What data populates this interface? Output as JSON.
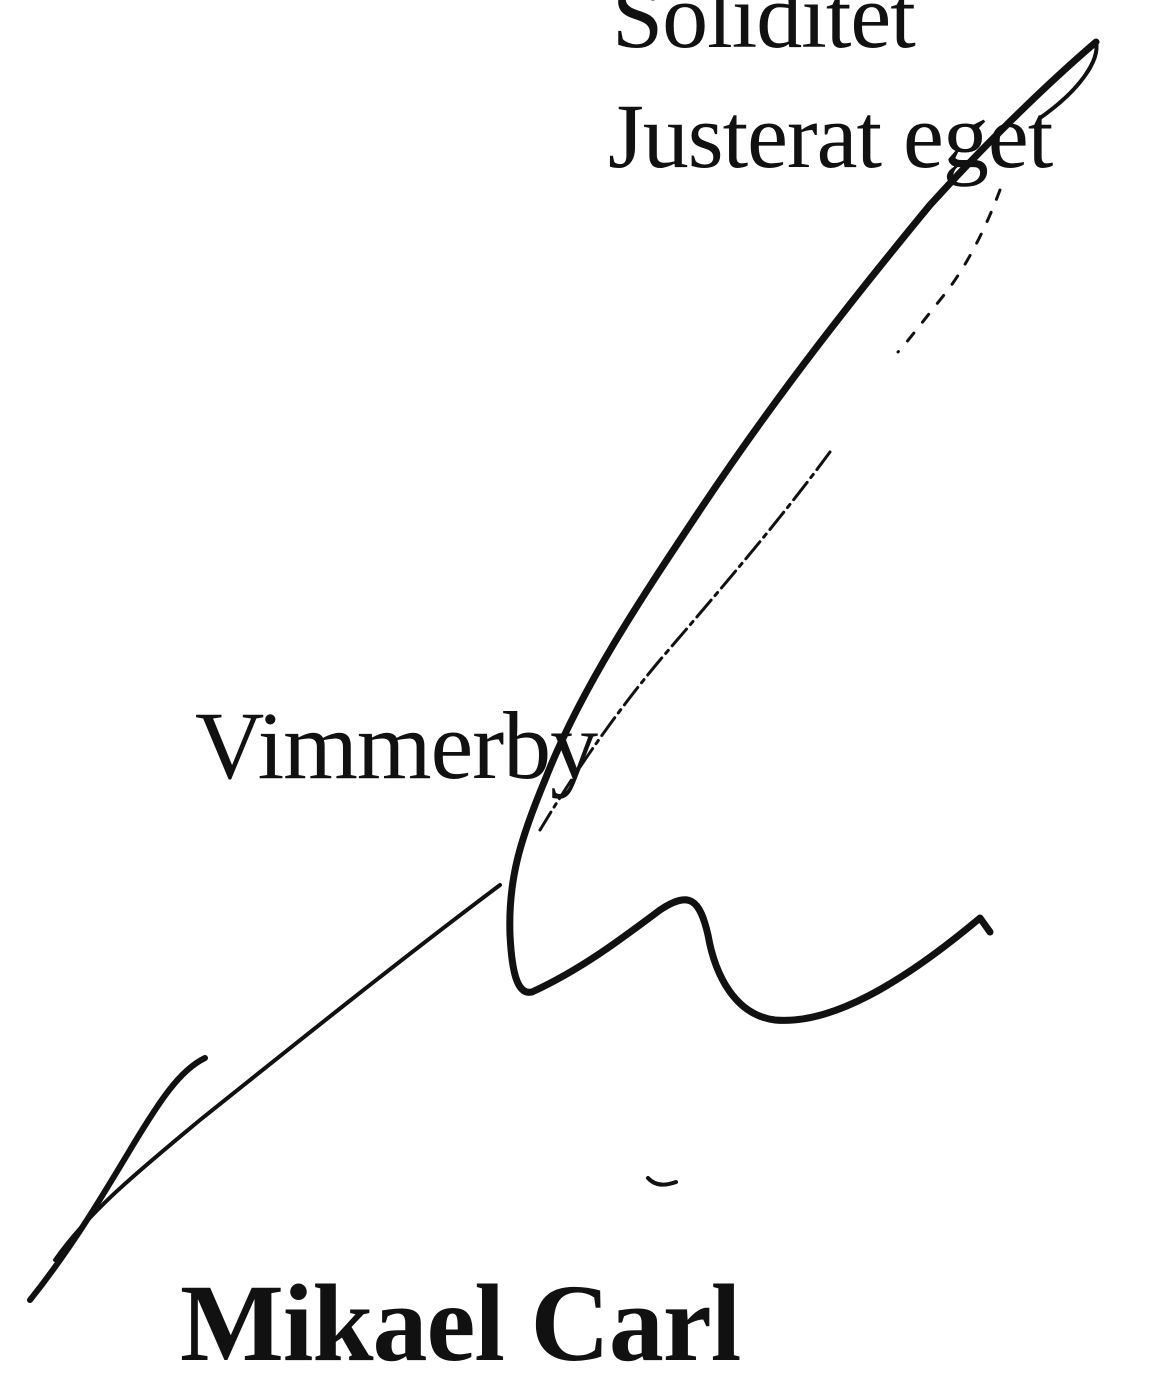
{
  "document": {
    "heading_line_1": "Soliditet",
    "heading_line_2": "Justerat eget",
    "place": "Vimmerby",
    "name_fragment": "Mikael Carl"
  },
  "signature": {
    "ink_color": "#111111"
  }
}
